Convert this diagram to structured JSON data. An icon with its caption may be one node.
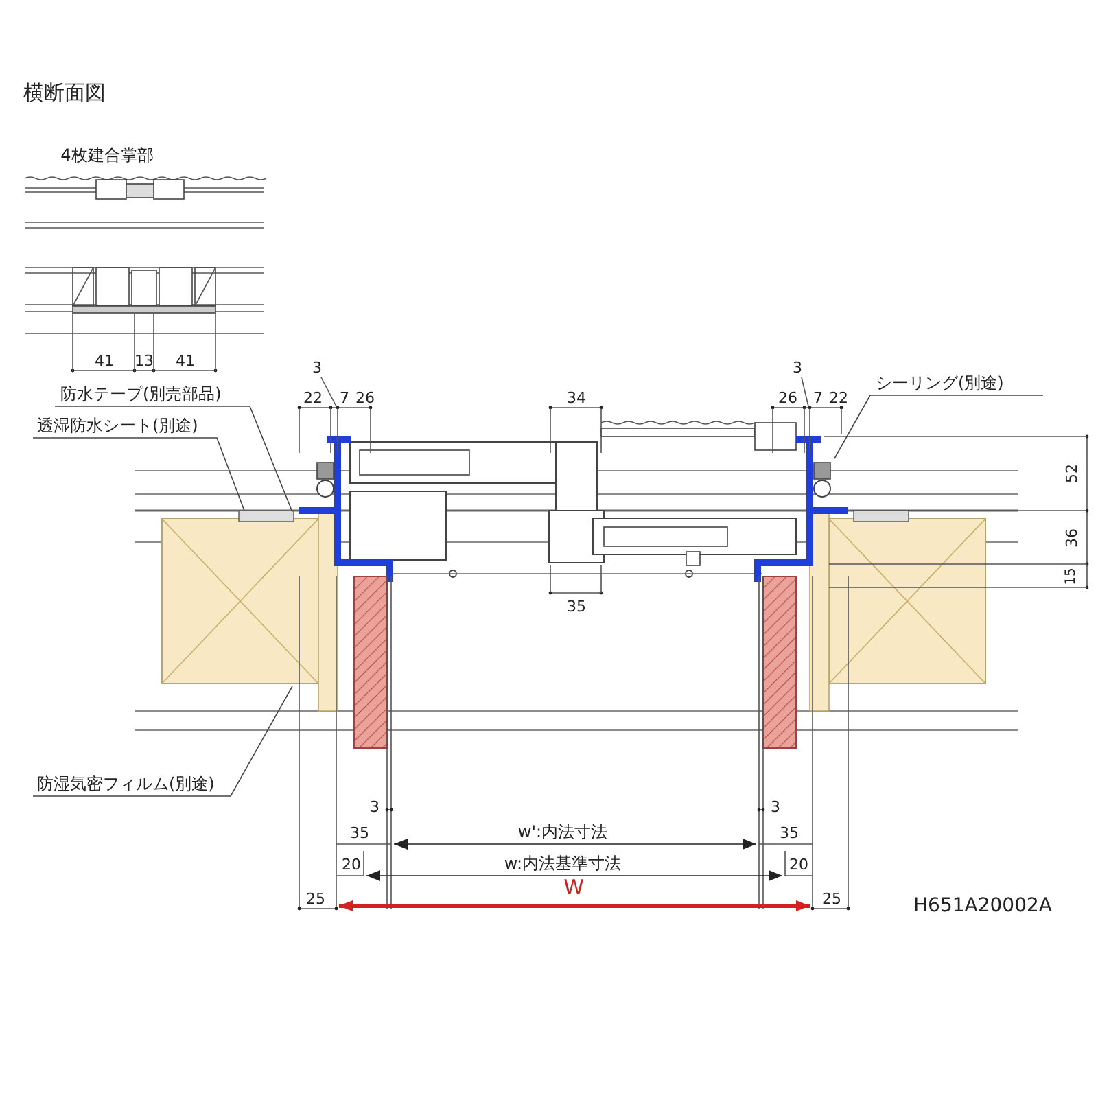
{
  "diagram": {
    "title": "横断面図",
    "nodes": [
      {
        "text": [
          "防水テープ(別売部品)"
        ]
      },
      {
        "text": [
          "透湿防水シート(別途)"
        ]
      },
      {
        "text": [
          "防湿気密フィルム(別途)"
        ]
      },
      {
        "text": [
          "シーリング(別途)"
        ]
      }
    ],
    "edges": [
      {
        "from": 0,
        "to": null,
        "arrow": "none"
      },
      {
        "from": 1,
        "to": null,
        "arrow": "none"
      },
      {
        "from": 2,
        "to": null,
        "arrow": "none"
      },
      {
        "from": 3,
        "to": null,
        "arrow": "none"
      }
    ],
    "labels": [
      "4枚建合掌部",
      "41",
      "13",
      "41",
      "3",
      "3",
      "22",
      "7",
      "26",
      "34",
      "26",
      "7",
      "22",
      "52",
      "36",
      "35",
      "15",
      "3",
      "3",
      "35",
      "w':内法寸法",
      "35",
      "20",
      "w:内法基準寸法",
      "20",
      "25",
      "W",
      "25",
      "H651A20002A"
    ]
  }
}
